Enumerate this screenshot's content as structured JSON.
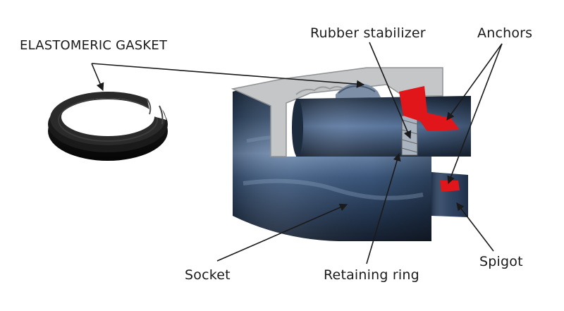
{
  "labels": {
    "gasket": "ELASTOMERIC GASKET",
    "stabilizer": "Rubber stabilizer",
    "anchors": "Anchors",
    "socket": "Socket",
    "retaining_ring": "Retaining ring",
    "spigot": "Spigot"
  },
  "colors": {
    "pipe_dark": "#1c2a3d",
    "pipe_mid": "#3a5478",
    "pipe_light": "#8ea6c4",
    "anchor_red": "#e0161b",
    "housing_gray": "#c4c6c8",
    "gasket_black": "#141414",
    "leader_line": "#1a1a1a"
  }
}
